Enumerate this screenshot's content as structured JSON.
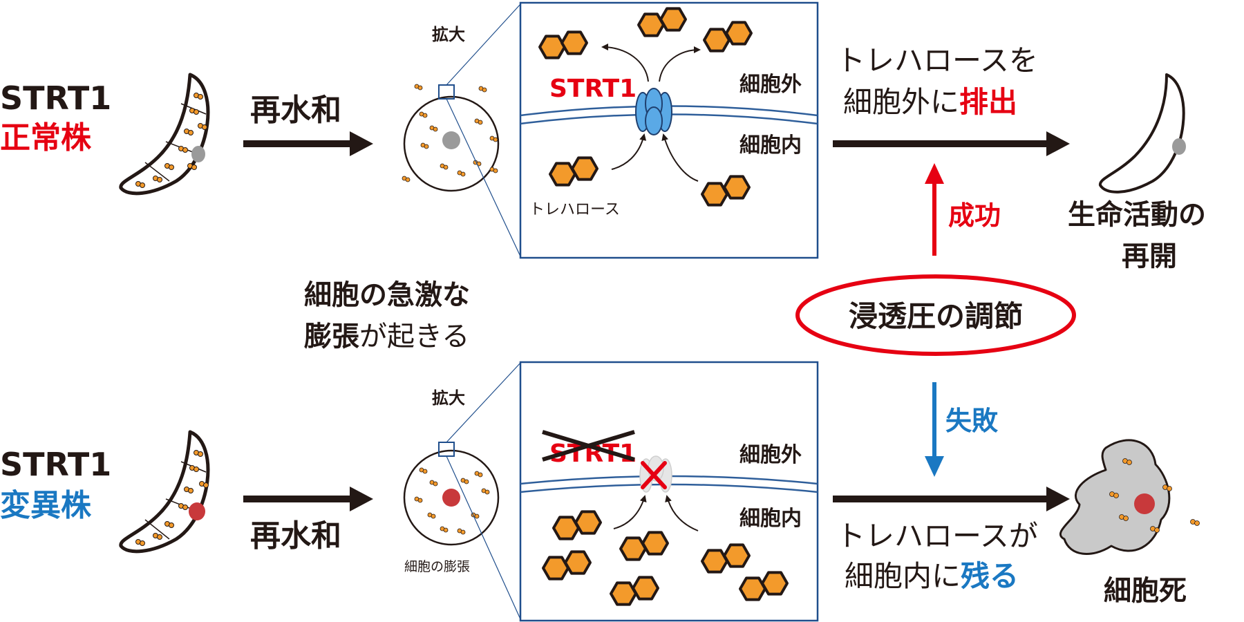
{
  "colors": {
    "red": "#e60012",
    "blue": "#1a78c2",
    "black": "#231815",
    "orange": "#f39a2b",
    "frame": "#1f4e8c",
    "membrane": "#2e5e9a",
    "gray_cell": "#c9c9c9",
    "nucleus_gray": "#9a9a9a",
    "nucleus_red": "#c8393b"
  },
  "normal": {
    "strain_name": "STRT1",
    "strain_type": "正常株",
    "rehydration": "再水和",
    "zoom_label": "拡大",
    "protein_label": "STRT1",
    "outside_label": "細胞外",
    "inside_label": "細胞内",
    "trehalose_label": "トレハロース",
    "result_line1": "トレハロースを",
    "result_line2_prefix": "細胞外に",
    "result_line2_emph": "排出",
    "success_label": "成功",
    "outcome_line1": "生命活動の",
    "outcome_line2": "再開"
  },
  "middle": {
    "swelling_line1": "細胞の急激な",
    "swelling_line2_emph": "膨張",
    "swelling_line2_rest": "が起きる",
    "osmotic_label": "浸透圧の調節"
  },
  "mutant": {
    "strain_name": "STRT1",
    "strain_type": "変異株",
    "rehydration": "再水和",
    "zoom_label": "拡大",
    "cell_caption": "細胞の膨張",
    "protein_label": "STRT1",
    "outside_label": "細胞外",
    "inside_label": "細胞内",
    "failure_label": "失敗",
    "result_line1": "トレハロースが",
    "result_line2_prefix": "細胞内に",
    "result_line2_emph": "残る",
    "outcome": "細胞死"
  }
}
